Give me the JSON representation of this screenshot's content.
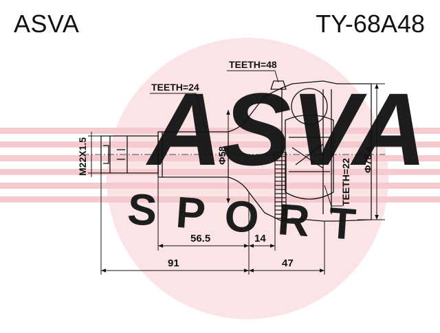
{
  "header": {
    "brand": "ASVA",
    "part_number": "TY-68A48"
  },
  "watermark": {
    "logo_text": "ASVA",
    "sub_text": "SPORT",
    "color": "#e8424f"
  },
  "diagram": {
    "labels": {
      "teeth_spline_shaft": "TEETH=24",
      "teeth_abs_ring": "TEETH=48",
      "teeth_inner": "TEETH=22",
      "thread": "M22X1.5",
      "shaft_diameter": "Φ58",
      "housing_diameter": "Φ78.4"
    },
    "dimensions": {
      "d_56_5": "56.5",
      "d_14": "14",
      "d_91": "91",
      "d_47": "47"
    }
  }
}
